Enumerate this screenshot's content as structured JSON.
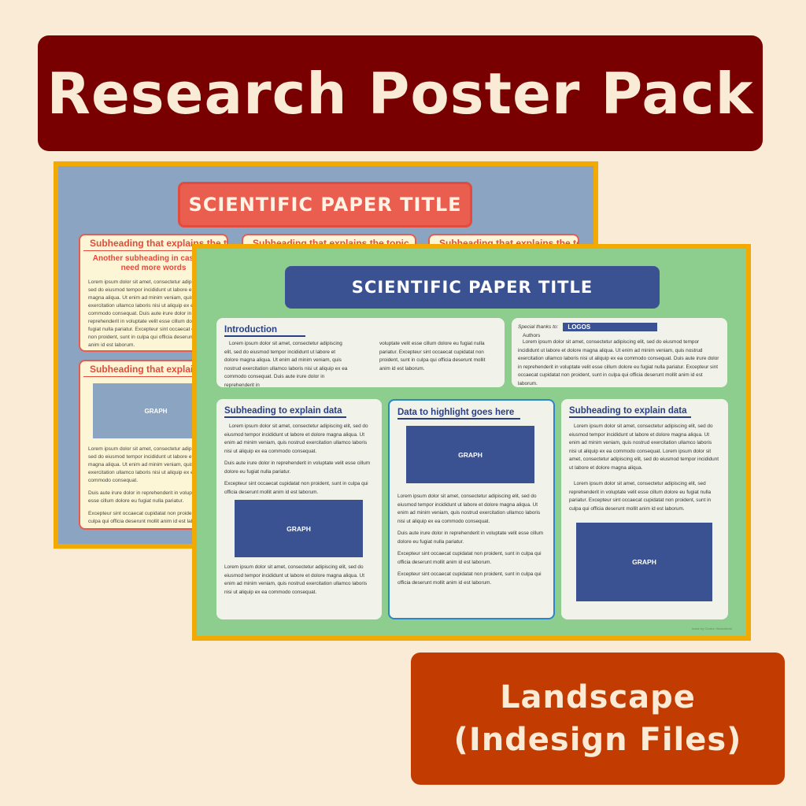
{
  "banner": {
    "title": "Research Poster Pack"
  },
  "back_poster": {
    "title": "SCIENTIFIC PAPER TITLE",
    "card1_heading": "Subheading that explains the topic",
    "card1_subheading": "Another subheading in case you need more words",
    "card1_body": "Lorem ipsum dolor sit amet, consectetur adipiscing elit, sed do eiusmod tempor incididunt ut labore et dolore magna aliqua. Ut enim ad minim veniam, quis nostrud exercitation ullamco laboris nisi ut aliquip ex ea commodo consequat. Duis aute irure dolor in reprehenderit in voluptate velit esse cillum dolore eu fugiat nulla pariatur. Excepteur sint occaecat cupidatat non proident, sunt in culpa qui officia deserunt mollit anim id est laborum.",
    "card2_heading": "Subheading that explains the topic",
    "card3_heading": "Subheading that explains the topic",
    "card4_heading": "Subheading that explains the topic",
    "graph_label": "GRAPH",
    "card4_body1": "Lorem ipsum dolor sit amet, consectetur adipiscing elit, sed do eiusmod tempor incididunt ut labore et dolore magna aliqua. Ut enim ad minim veniam, quis nostrud exercitation ullamco laboris nisi ut aliquip ex ea commodo consequat.",
    "card4_body2": "Duis aute irure dolor in reprehenderit in voluptate velit esse cillum dolore eu fugiat nulla pariatur.",
    "card4_body3": "Excepteur sint occaecat cupidatat non proident, sunt in culpa qui officia deserunt mollit anim id est laborum."
  },
  "front_poster": {
    "title": "SCIENTIFIC PAPER TITLE",
    "intro": {
      "heading": "Introduction",
      "col1": "Lorem ipsum dolor sit amet, consectetur adipiscing elit, sed do eiusmod tempor incididunt ut labore et dolore magna aliqua. Ut enim ad minim veniam, quis nostrud exercitation ullamco laboris nisi ut aliquip ex ea commodo consequat. Duis aute irure dolor in reprehenderit in",
      "col2": "voluptate velit esse cillum dolore eu fugiat nulla pariatur. Excepteur sint occaecat cupidatat non proident, sunt in culpa qui officia deserunt mollit anim id est laborum."
    },
    "thanks": {
      "label": "Special thanks to:",
      "logos": "LOGOS",
      "authors": "Authors",
      "body": "Lorem ipsum dolor sit amet, consectetur adipiscing elit, sed do eiusmod tempor incididunt ut labore et dolore magna aliqua. Ut enim ad minim veniam, quis nostrud exercitation ullamco laboris nisi ut aliquip ex ea commodo consequat. Duis aute irure dolor in reprehenderit in voluptate velit esse cillum dolore eu fugiat nulla pariatur. Excepteur sint occaecat cupidatat non proident, sunt in culpa qui officia deserunt mollit anim id est laborum."
    },
    "left": {
      "heading": "Subheading to explain data",
      "p1": "Lorem ipsum dolor sit amet, consectetur adipiscing elit, sed do eiusmod tempor incididunt ut labore et dolore magna aliqua. Ut enim ad minim veniam, quis nostrud exercitation ullamco laboris nisi ut aliquip ex ea commodo consequat.",
      "p2": "Duis aute irure dolor in reprehenderit in voluptate velit esse cillum dolore eu fugiat nulla pariatur.",
      "p3": "Excepteur sint occaecat cupidatat non proident, sunt in culpa qui officia deserunt mollit anim id est laborum.",
      "graph": "GRAPH",
      "p4": "Lorem ipsum dolor sit amet, consectetur adipiscing elit, sed do eiusmod tempor incididunt ut labore et dolore magna aliqua. Ut enim ad minim veniam, quis nostrud exercitation ullamco laboris nisi ut aliquip ex ea commodo consequat."
    },
    "middle": {
      "heading": "Data to highlight goes here",
      "graph": "GRAPH",
      "p1": "Lorem ipsum dolor sit amet, consectetur adipiscing elit, sed do eiusmod tempor incididunt ut labore et dolore magna aliqua. Ut enim ad minim veniam, quis nostrud exercitation ullamco laboris nisi ut aliquip ex ea commodo consequat.",
      "p2": "Duis aute irure dolor in reprehenderit in voluptate velit esse cillum dolore eu fugiat nulla pariatur.",
      "p3": "Excepteur sint occaecat cupidatat non proident, sunt in culpa qui officia deserunt mollit anim id est laborum.",
      "p4": "Excepteur sint occaecat cupidatat non proident, sunt in culpa qui officia deserunt mollit anim id est laborum."
    },
    "right": {
      "heading": "Subheading to explain data",
      "p1": "Lorem ipsum dolor sit amet, consectetur adipiscing elit, sed do eiusmod tempor incididunt ut labore et dolore magna aliqua. Ut enim ad minim veniam, quis nostrud exercitation ullamco laboris nisi ut aliquip ex ea commodo consequat. Lorem ipsum dolor sit amet, consectetur adipiscing elit, sed do eiusmod tempor incididunt ut labore et dolore magna aliqua.",
      "p2": "Lorem ipsum dolor sit amet, consectetur adipiscing elit, sed reprehenderit in voluptate velit esse cillum dolore eu fugiat nulla pariatur. Excepteur sint occaecat cupidatat non proident, sunt in culpa qui officia deserunt mollit anim id est laborum.",
      "graph": "GRAPH"
    },
    "credit": "made by Gordon Illustrations"
  },
  "badge": {
    "line1": "Landscape",
    "line2": "(Indesign Files)"
  },
  "colors": {
    "background": "#faebd7",
    "banner": "#780000",
    "badge": "#c23b00",
    "back_poster": "#8aa4c2",
    "front_poster": "#8dcd8d",
    "frame": "#f2a900",
    "navy": "#3a5192",
    "coral": "#ea5e4f"
  }
}
